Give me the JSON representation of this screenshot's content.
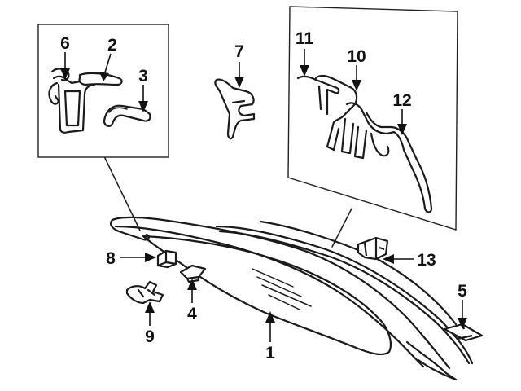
{
  "diagram": {
    "callouts": [
      {
        "id": "c1",
        "label": "1"
      },
      {
        "id": "c2",
        "label": "2"
      },
      {
        "id": "c3",
        "label": "3"
      },
      {
        "id": "c4",
        "label": "4"
      },
      {
        "id": "c5",
        "label": "5"
      },
      {
        "id": "c6",
        "label": "6"
      },
      {
        "id": "c7",
        "label": "7"
      },
      {
        "id": "c8",
        "label": "8"
      },
      {
        "id": "c9",
        "label": "9"
      },
      {
        "id": "c10",
        "label": "10"
      },
      {
        "id": "c11",
        "label": "11"
      },
      {
        "id": "c12",
        "label": "12"
      },
      {
        "id": "c13",
        "label": "13"
      }
    ],
    "colors": {
      "ink": "#1a1a1a",
      "background": "#ffffff"
    }
  }
}
